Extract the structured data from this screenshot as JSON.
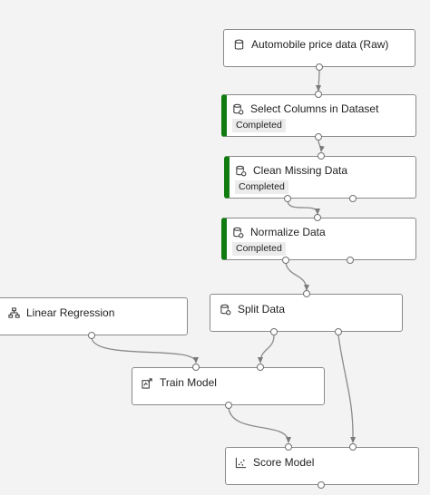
{
  "colors": {
    "canvas_background": "#f3f3f3",
    "node_background": "#ffffff",
    "node_border": "#8a8a8a",
    "completed_accent": "#107c10",
    "connector": "#8a8a8a"
  },
  "pipeline": {
    "nodes": [
      {
        "id": "raw",
        "label": "Automobile price data (Raw)",
        "icon": "dataset-icon",
        "status": ""
      },
      {
        "id": "select",
        "label": "Select Columns in Dataset",
        "icon": "module-icon",
        "status": "Completed"
      },
      {
        "id": "clean",
        "label": "Clean Missing Data",
        "icon": "module-icon",
        "status": "Completed"
      },
      {
        "id": "normalize",
        "label": "Normalize Data",
        "icon": "module-icon",
        "status": "Completed"
      },
      {
        "id": "split",
        "label": "Split Data",
        "icon": "module-icon",
        "status": ""
      },
      {
        "id": "linreg",
        "label": "Linear Regression",
        "icon": "model-icon",
        "status": ""
      },
      {
        "id": "train",
        "label": "Train Model",
        "icon": "train-icon",
        "status": ""
      },
      {
        "id": "score",
        "label": "Score Model",
        "icon": "score-icon",
        "status": ""
      }
    ]
  }
}
